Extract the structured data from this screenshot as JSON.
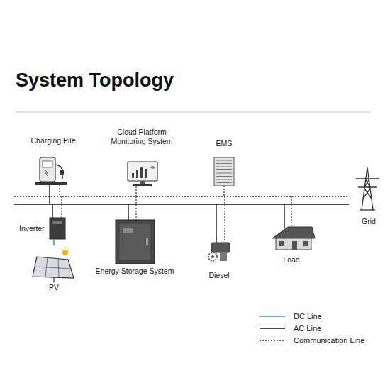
{
  "diagram": {
    "title": "System Topology",
    "nodes": [
      {
        "text": [
          "Charging Pile"
        ]
      },
      {
        "text": [
          "Cloud Platform Monitoring System"
        ]
      },
      {
        "text": [
          "EMS"
        ]
      },
      {
        "text": [
          "Inverter"
        ]
      },
      {
        "text": [
          "Energy Storage System"
        ]
      },
      {
        "text": [
          "Diesel"
        ]
      },
      {
        "text": [
          "Load"
        ]
      },
      {
        "text": [
          "Grid"
        ]
      },
      {
        "text": [
          "PV"
        ]
      }
    ],
    "edges": [
      {
        "from": 3,
        "to": 8,
        "arrow": "none"
      }
    ],
    "legend": [
      {
        "text": "DC Line"
      },
      {
        "text": "AC Line"
      },
      {
        "text": "Communication Line"
      }
    ]
  }
}
